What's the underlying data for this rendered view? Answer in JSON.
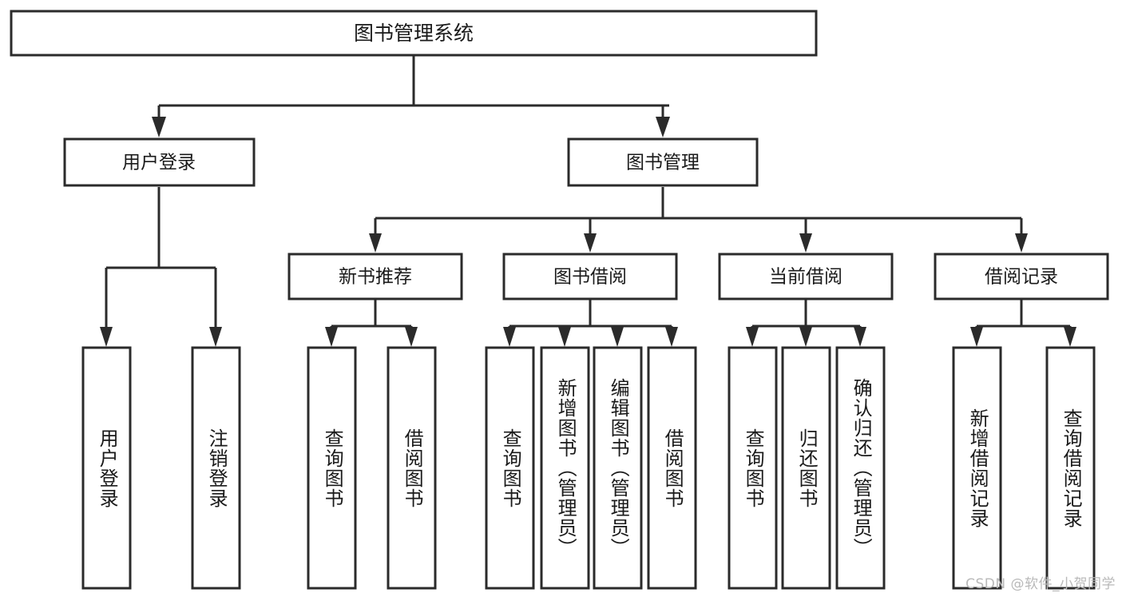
{
  "diagram": {
    "type": "tree",
    "title": "图书管理系统",
    "watermark": "CSDN @软件_小贺同学",
    "root": {
      "id": "root",
      "label": "图书管理系统"
    },
    "level2": [
      {
        "id": "user-login",
        "label": "用户登录"
      },
      {
        "id": "book-management",
        "label": "图书管理"
      }
    ],
    "level3": [
      {
        "id": "new-book-recommend",
        "label": "新书推荐",
        "parent": "book-management"
      },
      {
        "id": "book-borrow",
        "label": "图书借阅",
        "parent": "book-management"
      },
      {
        "id": "current-borrow",
        "label": "当前借阅",
        "parent": "book-management"
      },
      {
        "id": "borrow-record",
        "label": "借阅记录",
        "parent": "book-management"
      }
    ],
    "leaves": [
      {
        "id": "leaf-user-login",
        "label": "用户登录",
        "parent": "user-login"
      },
      {
        "id": "leaf-logout-login",
        "label": "注销登录",
        "parent": "user-login"
      },
      {
        "id": "leaf-query-book-1",
        "label": "查询图书",
        "parent": "new-book-recommend"
      },
      {
        "id": "leaf-borrow-book-1",
        "label": "借阅图书",
        "parent": "new-book-recommend"
      },
      {
        "id": "leaf-query-book-2",
        "label": "查询图书",
        "parent": "book-borrow"
      },
      {
        "id": "leaf-add-book",
        "label": "新增图书（管理员）",
        "parent": "book-borrow"
      },
      {
        "id": "leaf-edit-book",
        "label": "编辑图书（管理员）",
        "parent": "book-borrow"
      },
      {
        "id": "leaf-borrow-book-2",
        "label": "借阅图书",
        "parent": "book-borrow"
      },
      {
        "id": "leaf-query-book-3",
        "label": "查询图书",
        "parent": "current-borrow"
      },
      {
        "id": "leaf-return-book",
        "label": "归还图书",
        "parent": "current-borrow"
      },
      {
        "id": "leaf-confirm-return",
        "label": "确认归还（管理员）",
        "parent": "current-borrow"
      },
      {
        "id": "leaf-add-record",
        "label": "新增借阅记录",
        "parent": "borrow-record"
      },
      {
        "id": "leaf-query-record",
        "label": "查询借阅记录",
        "parent": "borrow-record"
      }
    ],
    "colors": {
      "stroke": "#2b2b2b",
      "fill": "#ffffff",
      "text": "#1a1a1a",
      "watermark": "#b9b9b9"
    }
  }
}
